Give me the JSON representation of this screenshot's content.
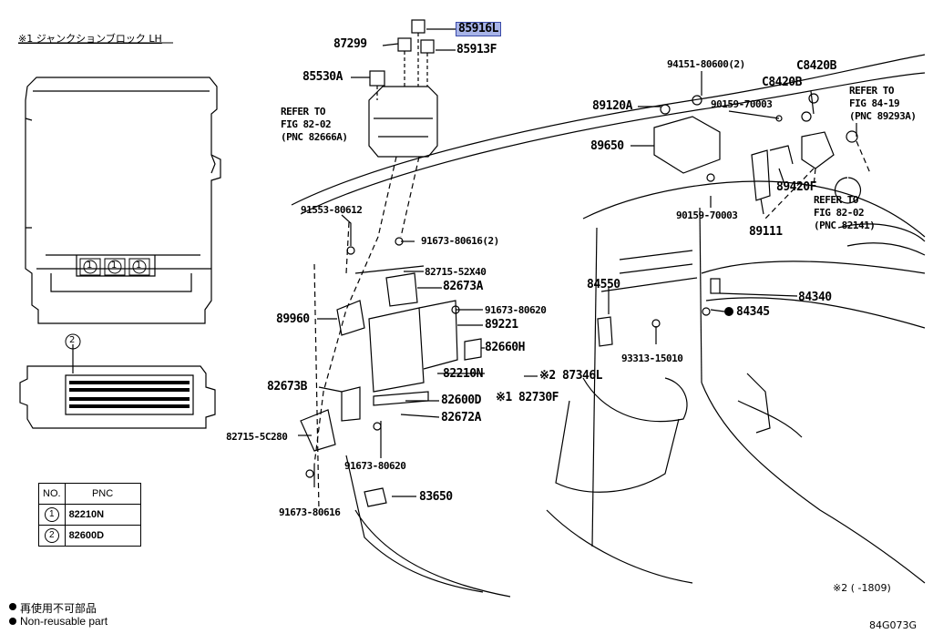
{
  "header_note": "※1 ジャンクションブロック LH",
  "callouts": {
    "c1": "1",
    "c2": "2"
  },
  "table": {
    "headers": [
      "NO.",
      "PNC"
    ],
    "rows": [
      {
        "no": "1",
        "pnc": "82210N"
      },
      {
        "no": "2",
        "pnc": "82600D"
      }
    ]
  },
  "legend": {
    "jp": "再使用不可部品",
    "en": "Non-reusable part"
  },
  "footnote": "※2 (      -1809)",
  "diagram_code": "84G073G",
  "highlighted_part": "85916L",
  "parts": {
    "p85916L": "85916L",
    "p87299": "87299",
    "p85913F": "85913F",
    "p85530A": "85530A",
    "ref1_l1": "REFER TO",
    "ref1_l2": "FIG 82-02",
    "ref1_l3": "(PNC 82666A)",
    "p94151": "94151-80600(2)",
    "pC8420B_1": "C8420B",
    "pC8420B_2": "C8420B",
    "ref2_l1": "REFER TO",
    "ref2_l2": "FIG 84-19",
    "ref2_l3": "(PNC 89293A)",
    "p89120A": "89120A",
    "p90159a": "90159-70003",
    "p89650": "89650",
    "p89420F": "89420F",
    "ref3_l1": "REFER TO",
    "ref3_l2": "FIG 82-02",
    "ref3_l3": "(PNC 82141)",
    "p90159b": "90159-70003",
    "p89111": "89111",
    "p91553": "91553-80612",
    "p91673a": "91673-80616(2)",
    "p82715_52X40": "82715-52X40",
    "p82673A": "82673A",
    "p84550": "84550",
    "p84340": "84340",
    "p91673b": "91673-80620",
    "p89960": "89960",
    "p89221": "89221",
    "p84345": "84345",
    "p82660H": "82660H",
    "p93313": "93313-15010",
    "p82210N": "82210N",
    "p87346L": "※2 87346L",
    "p82730F": "※1 82730F",
    "p82673B": "82673B",
    "p82600D": "82600D",
    "p82672A": "82672A",
    "p82715_5C280": "82715-5C280",
    "p91673c": "91673-80620",
    "p91673d": "91673-80616",
    "p83650": "83650"
  },
  "colors": {
    "highlight_fill": "#a8b4e8",
    "line": "#000000"
  }
}
